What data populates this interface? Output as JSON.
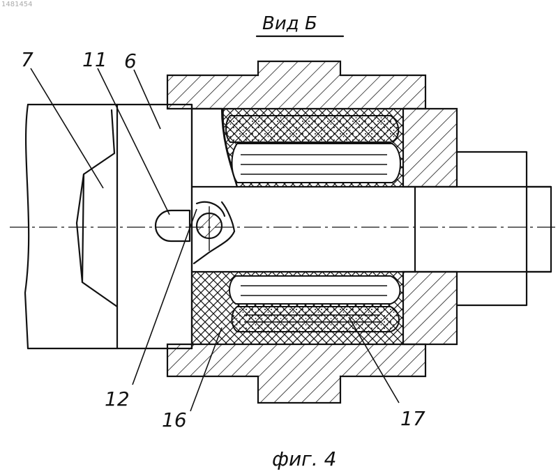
{
  "header_id": "1481454",
  "view_title": "Вид Б",
  "figure_caption": "фиг. 4",
  "labels": {
    "l7": "7",
    "l11": "11",
    "l6": "6",
    "l12": "12",
    "l16": "16",
    "l17": "17"
  }
}
